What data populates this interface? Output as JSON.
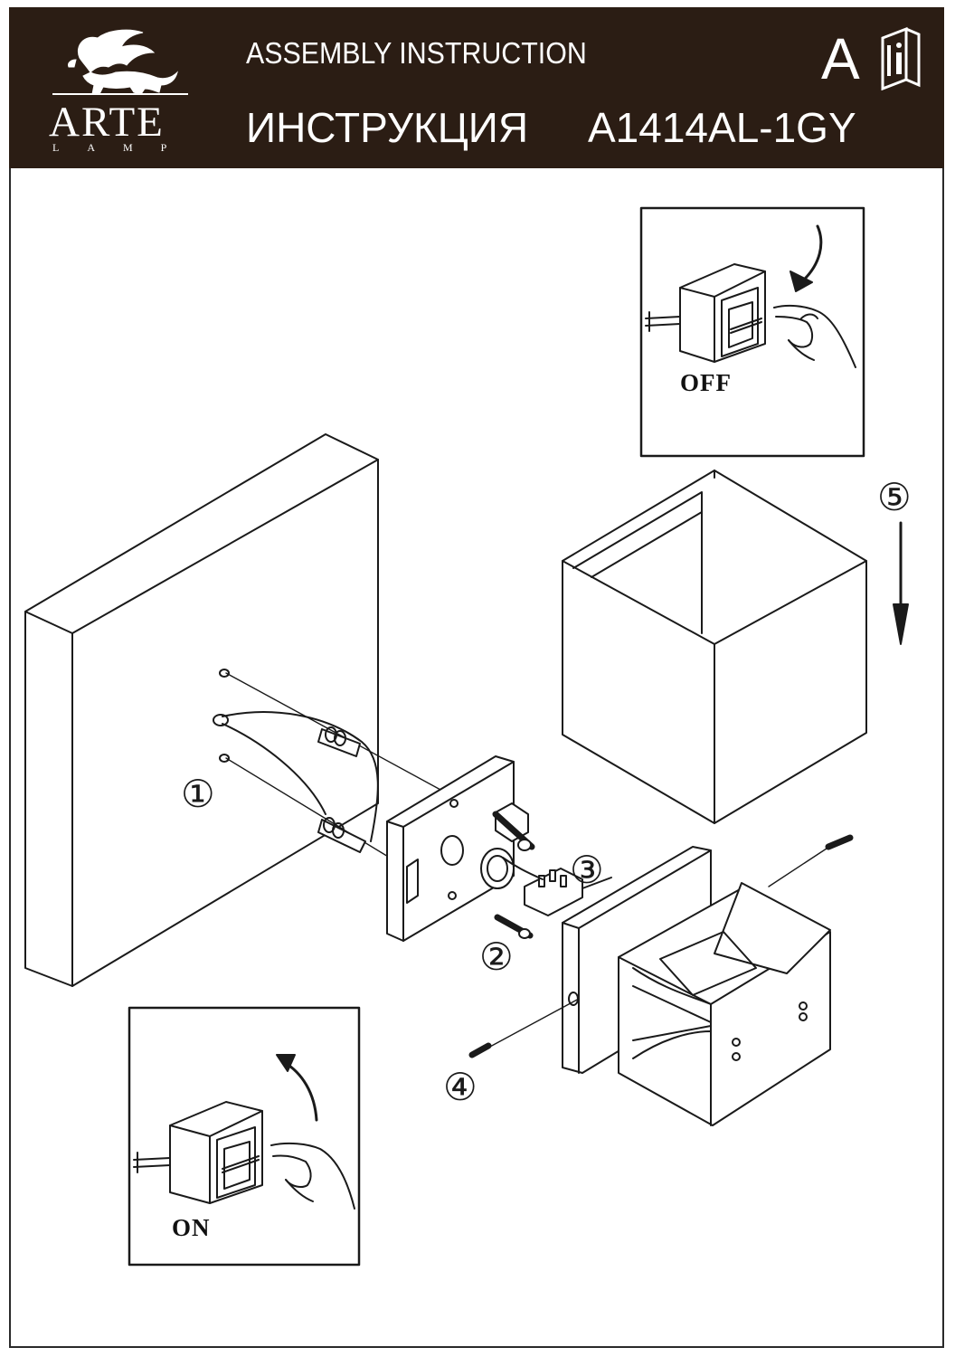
{
  "header": {
    "brand": "ARTE",
    "brand_sub": "LAMP",
    "title_en": "ASSEMBLY  INSTRUCTION",
    "title_ru": "ИНСТРУКЦИЯ",
    "model": "A1414AL-1GY",
    "language": "A",
    "info_icon": "info-book-icon"
  },
  "insets": {
    "off_label": "OFF",
    "on_label": "ON"
  },
  "steps": {
    "s1": "①",
    "s2": "②",
    "s3": "③",
    "s4": "④",
    "s5": "⑤"
  },
  "colors": {
    "header_bg": "#2b1d14",
    "ink": "#1a1a1a"
  }
}
